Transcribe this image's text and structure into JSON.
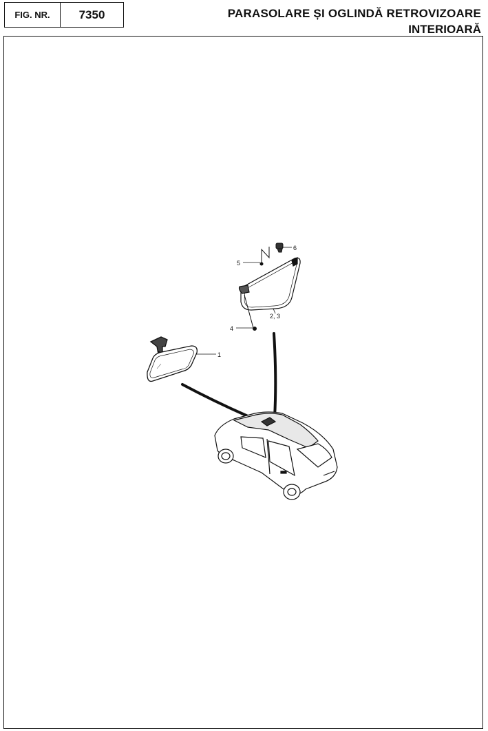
{
  "header": {
    "fig_label": "FIG. NR.",
    "fig_number": "7350",
    "title_line1": "PARASOLARE ȘI OGLINDĂ RETROVIZOARE",
    "title_line2": "INTERIOARĂ"
  },
  "callouts": {
    "mirror": "1",
    "visor": "2, 3",
    "screw": "4",
    "clip_pin": "5",
    "hook": "6"
  },
  "icons": {
    "car": "hatchback-car-icon",
    "mirror": "rearview-mirror-icon",
    "visor": "sun-visor-icon"
  }
}
